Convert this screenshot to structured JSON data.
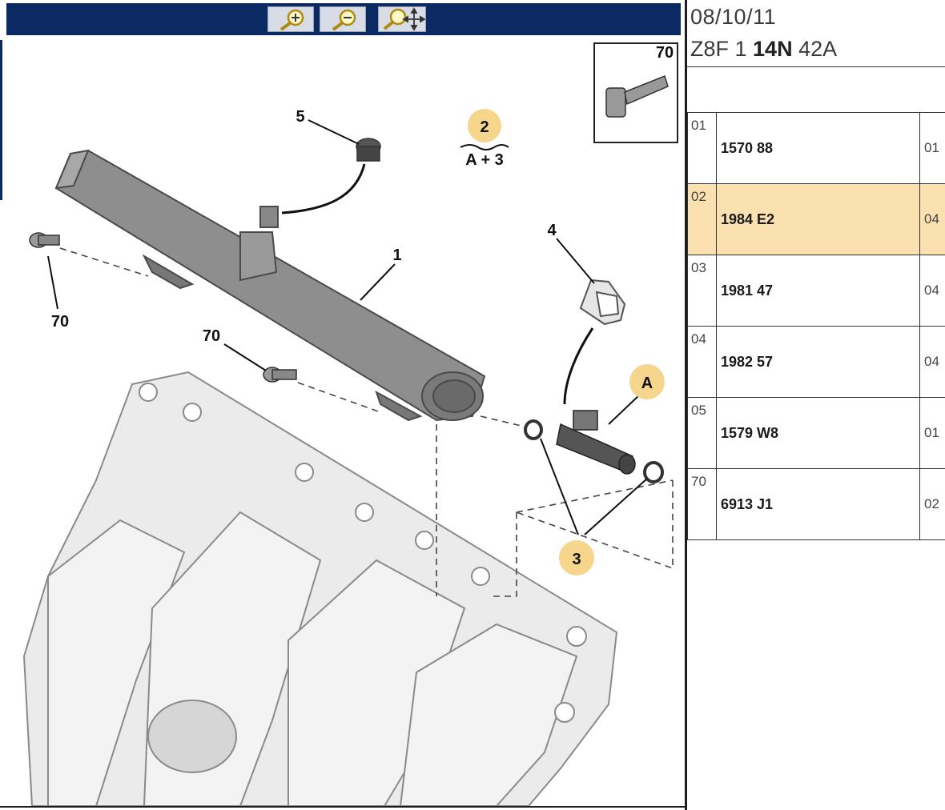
{
  "toolbar": {
    "zoom_in_icon": "zoom-in-icon",
    "zoom_out_icon": "zoom-out-icon",
    "zoom_pan_icon": "zoom-pan-icon"
  },
  "header": {
    "date": "08/10/11",
    "code_prefix": "Z8F 1 ",
    "code_bold": "14N",
    "code_suffix": " 42A"
  },
  "diagram": {
    "labels": {
      "l1": "1",
      "l2": "2",
      "l2_sub": "A + 3",
      "l3": "3",
      "l4": "4",
      "l5": "5",
      "lA": "A",
      "l70_inset": "70",
      "l70_left": "70",
      "l70_mid": "70"
    }
  },
  "parts": [
    {
      "index": "01",
      "ref": "1570 88",
      "qty": "01"
    },
    {
      "index": "02",
      "ref": "1984 E2",
      "qty": "04"
    },
    {
      "index": "03",
      "ref": "1981 47",
      "qty": "04"
    },
    {
      "index": "04",
      "ref": "1982 57",
      "qty": "04"
    },
    {
      "index": "05",
      "ref": "1579 W8",
      "qty": "01"
    },
    {
      "index": "70",
      "ref": "6913 J1",
      "qty": "02"
    }
  ],
  "colors": {
    "toolbar_bg": "#0b2a63",
    "selected_row": "#fbe0b0",
    "callout": "#f6d58c"
  }
}
